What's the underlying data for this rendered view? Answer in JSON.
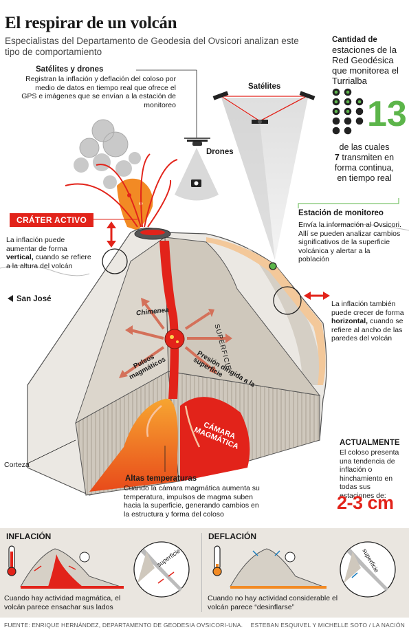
{
  "title": "El respirar de un volcán",
  "subtitle": "Especialistas del Departamento de Geodesia del Ovsicori analizan este tipo de comportamiento",
  "satellites_drones": {
    "heading": "Satélites y drones",
    "body": "Registran la inflación y deflación del coloso por medio de datos en tiempo real que ofrece el GPS e imágenes que se envían a la estación de monitoreo"
  },
  "labels": {
    "satelites": "Satélites",
    "drones": "Drones",
    "crater": "CRÁTER ACTIVO",
    "san_jose": "San José",
    "chimenea": "Chimenea",
    "superficie": "SUPERFICIE",
    "pulsos": "Pulsos magmáticos",
    "presion": "Presión dirigida a la superficie",
    "camara": "CÁMARA MAGMÁTICA",
    "corteza": "Corteza"
  },
  "stations": {
    "heading": "Cantidad de",
    "body": "estaciones de la Red Geodésica que monitorea el Turrialba",
    "count": "13",
    "detail_pre": "de las cuales",
    "detail_num": "7",
    "detail_post": "transmiten en forma continua, en tiempo real"
  },
  "monitor_station": {
    "heading": "Estación de monitoreo",
    "body": "Envía la información al Ovsicori. Allí se pueden analizar cambios significativos de la superficie volcánica y alertar a la población"
  },
  "vertical_note": {
    "pre": "La inflación puede aumentar de forma",
    "bold": "vertical,",
    "post": "cuando se refiere a la altura del volcán"
  },
  "horizontal_note": {
    "pre": "La inflación también puede crecer de forma",
    "bold": "horizontal,",
    "post": "cuando se refiere al ancho de las paredes del volcán"
  },
  "temperatures": {
    "heading": "Altas temperaturas",
    "body": "Cuando la cámara magmática aumenta su temperatura, impulsos de magma suben hacia la superficie, generando cambios en la estructura y forma del coloso"
  },
  "actualmente": {
    "heading": "ACTUALMENTE",
    "body": "El coloso presenta una tendencia de inflación o hinchamiento en todas sus estaciones de:",
    "value": "2-3 cm"
  },
  "inflacion": {
    "heading": "INFLACIÓN",
    "caption": "Cuando hay actividad magmática, el volcán parece ensachar sus lados",
    "zoom_label": "superficie"
  },
  "deflacion": {
    "heading": "DEFLACIÓN",
    "caption": "Cuando no hay actividad considerable el volcán parece “desinflarse”",
    "zoom_label": "superficie"
  },
  "footer": {
    "source": "FUENTE: ENRIQUE HERNÁNDEZ, DEPARTAMENTO DE GEODESIA OVSICORI-UNA.",
    "credits": "ESTEBAN ESQUIVEL Y MICHELLE SOTO / LA NACIÓN"
  },
  "colors": {
    "accent_red": "#e2231a",
    "accent_green": "#5cb54a",
    "magma": "#f26b21",
    "rock": "#d8d3cb",
    "panel": "#eae6e0"
  },
  "icons": [
    "satellite-icon",
    "drone-icon",
    "camera-icon",
    "gps-station-icon",
    "thermometer-icon",
    "arrow-left-icon"
  ]
}
